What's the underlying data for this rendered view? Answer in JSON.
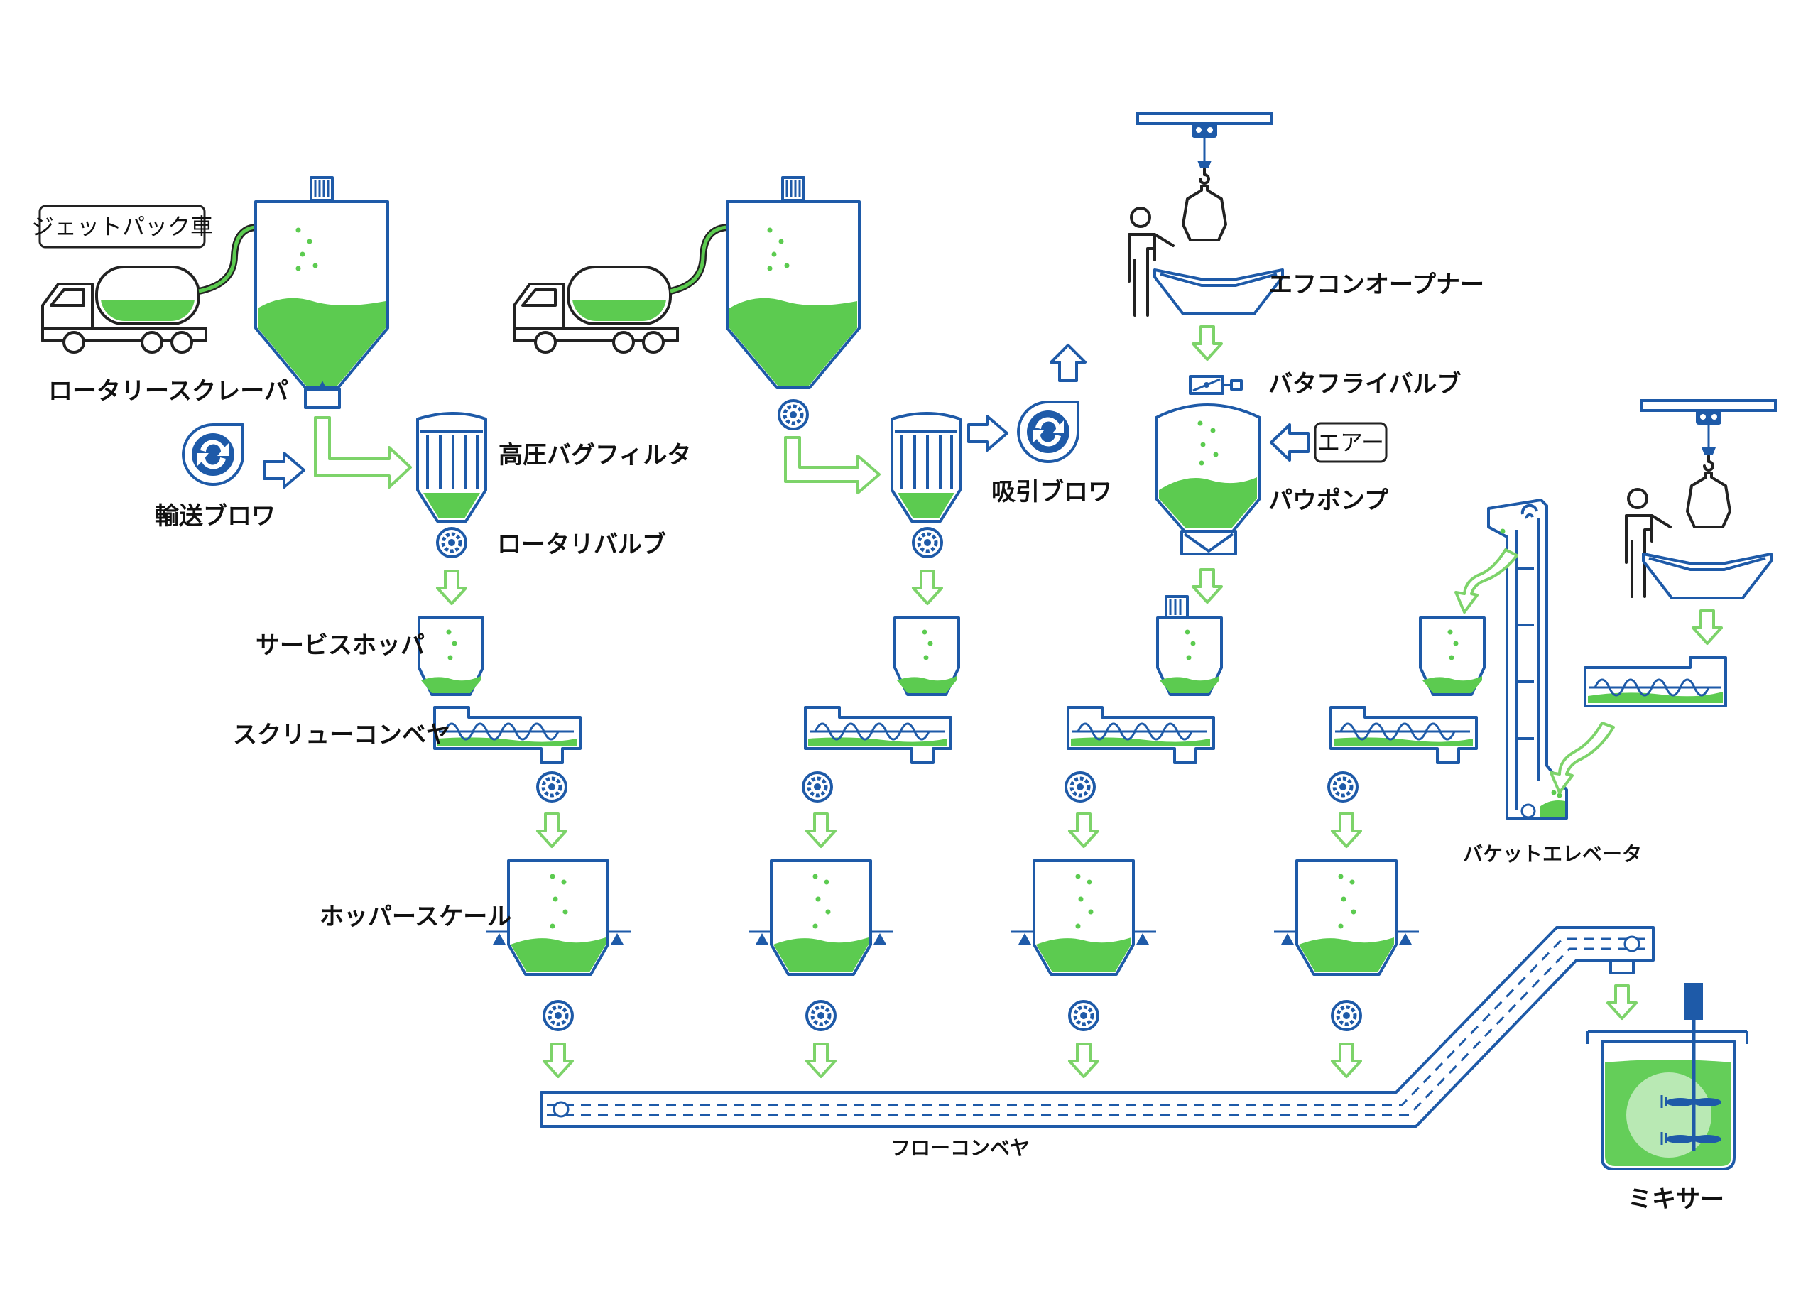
{
  "labels": {
    "jet_pack_truck": "ジェットパック車",
    "rotary_scraper": "ロータリースクレーパ",
    "conveying_blower": "輸送ブロワ",
    "high_pressure_bag_filter": "高圧バグフィルタ",
    "rotary_valve": "ロータリバルブ",
    "suction_blower": "吸引ブロワ",
    "fcon_opener": "エフコンオープナー",
    "butterfly_valve": "バタフライバルブ",
    "air": "エアー",
    "pau_pump": "パウポンプ",
    "service_hopper": "サービスホッパ",
    "screw_conveyor": "スクリューコンベヤ",
    "hopper_scale": "ホッパースケール",
    "bucket_elevator": "バケットエレベータ",
    "flow_conveyor": "フローコンベヤ",
    "mixer": "ミキサー"
  },
  "colors": {
    "outline": "#1e5aa8",
    "material": "#5ccb50",
    "flow_arrow": "#7dd36a",
    "text": "#111111"
  },
  "icons": [
    "truck-icon",
    "blower-icon",
    "rotary-valve-icon",
    "person-icon",
    "bag-icon",
    "hoist-icon",
    "mixer-icon"
  ]
}
